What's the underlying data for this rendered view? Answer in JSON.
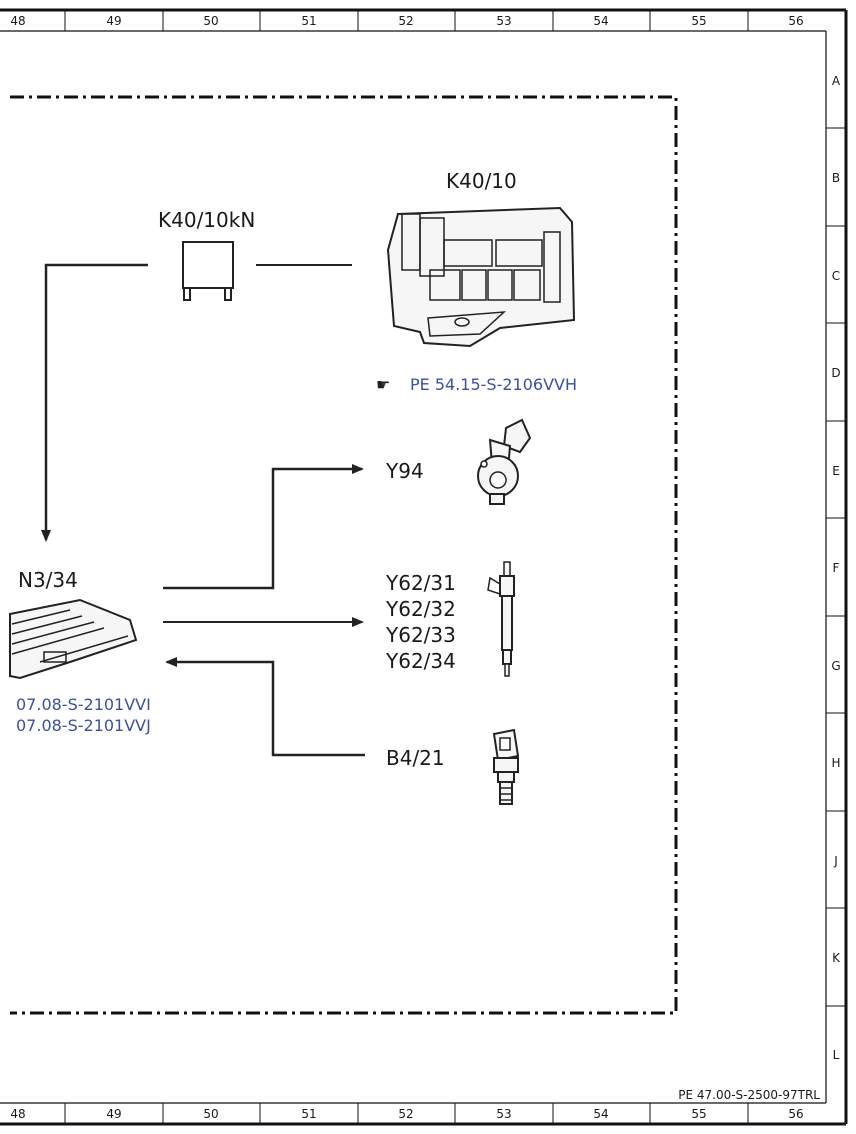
{
  "columns": [
    "48",
    "49",
    "50",
    "51",
    "52",
    "53",
    "54",
    "55",
    "56"
  ],
  "rows": [
    "A",
    "B",
    "C",
    "D",
    "E",
    "F",
    "G",
    "H",
    "J",
    "K",
    "L"
  ],
  "components": {
    "relay_label": "K40/10kN",
    "fusebox_label": "K40/10",
    "fusebox_ref": "PE 54.15-S-2106VVH",
    "ecu_label": "N3/34",
    "ecu_refs": [
      "07.08-S-2101VVI",
      "07.08-S-2101VVJ"
    ],
    "valve_label": "Y94",
    "injector_labels": [
      "Y62/31",
      "Y62/32",
      "Y62/33",
      "Y62/34"
    ],
    "sensor_label": "B4/21"
  },
  "footer": {
    "doc_id": "PE 47.00-S-2500-97TRL"
  },
  "icons": {
    "ref_pointer": "pointing-hand-icon"
  }
}
